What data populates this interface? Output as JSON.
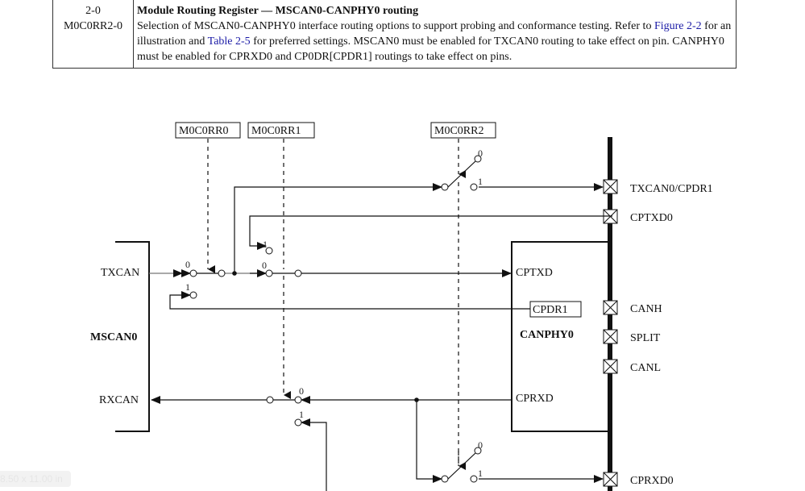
{
  "register_table": {
    "bits": "2-0",
    "field": "M0C0RR2-0",
    "title": "Module Routing Register — MSCAN0-CANPHY0 routing",
    "desc_part1": "Selection of MSCAN0-CANPHY0 interface routing options to support probing and conformance testing. Refer to ",
    "figure_link": "Figure 2-2",
    "desc_part2": " for an illustration and ",
    "table_link": "Table 2-5",
    "desc_part3": " for preferred settings. MSCAN0 must be enabled for TXCAN0 routing to take effect on pin. CANPHY0 must be enabled for CPRXD0 and CP0DR[CPDR1] routings to take effect on pins."
  },
  "diagram": {
    "control_boxes": [
      "M0C0RR0",
      "M0C0RR1",
      "M0C0RR2"
    ],
    "mscan": {
      "label": "MSCAN0",
      "txcan": "TXCAN",
      "rxcan": "RXCAN"
    },
    "canphy": {
      "label": "CANPHY0",
      "cptxd": "CPTXD",
      "cprxd": "CPRXD",
      "cpdr1": "CPDR1"
    },
    "pins": [
      "TXCAN0/CPDR1",
      "CPTXD0",
      "CANH",
      "SPLIT",
      "CANL",
      "CPRXD0"
    ],
    "switch_labels": {
      "zero": "0",
      "one": "1"
    }
  },
  "page_size_badge": "8.50 x 11.00 in",
  "colors": {
    "link": "#1a1aa6",
    "line": "#111111"
  }
}
